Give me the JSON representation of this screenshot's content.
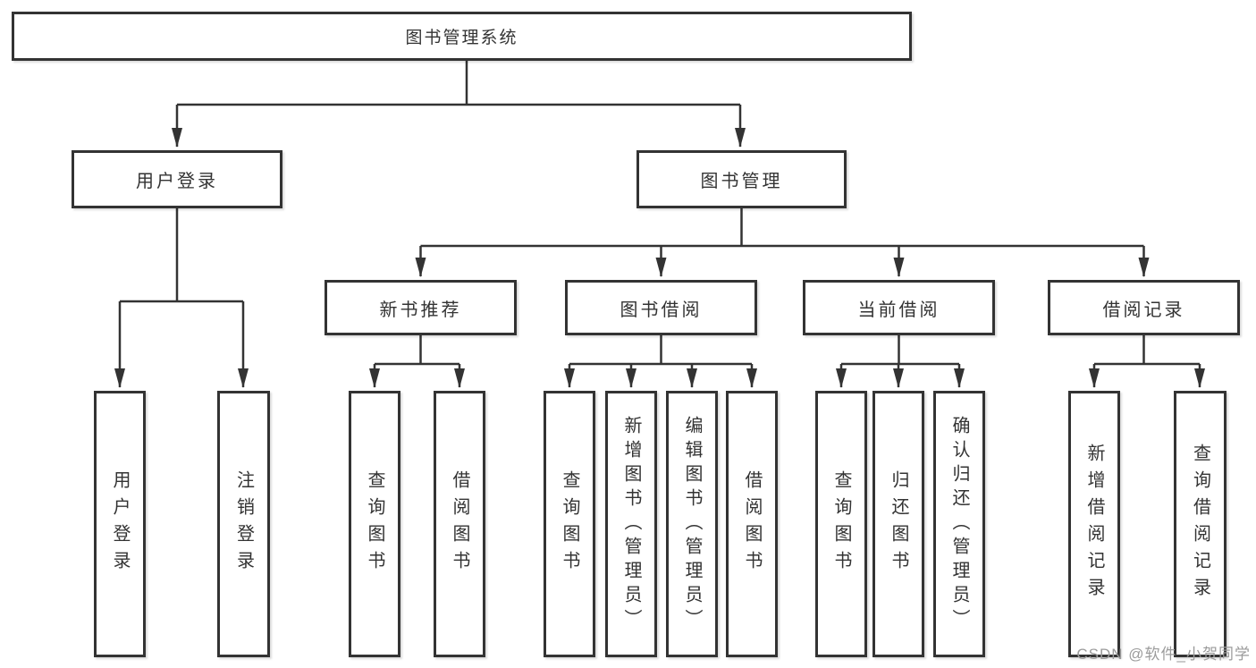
{
  "colors": {
    "line": "#333333",
    "text": "#333333",
    "box_background": "#ffffff",
    "watermark": "#9b9b9b",
    "background": "#ffffff"
  },
  "watermark": "CSDN @软件_小贺同学",
  "nodes": {
    "root": {
      "label": "图书管理系统"
    },
    "user_login": {
      "label": "用户登录"
    },
    "book_mgmt": {
      "label": "图书管理"
    },
    "new_books": {
      "label": "新书推荐"
    },
    "book_borrow": {
      "label": "图书借阅"
    },
    "current_borrow": {
      "label": "当前借阅"
    },
    "borrow_records": {
      "label": "借阅记录"
    },
    "ul_login": {
      "label": "用户登录"
    },
    "ul_logout": {
      "label": "注销登录"
    },
    "nb_query": {
      "label": "查询图书"
    },
    "nb_borrow": {
      "label": "借阅图书"
    },
    "bb_query": {
      "label": "查询图书"
    },
    "bb_add": {
      "label": "新增图书（管理员）"
    },
    "bb_edit": {
      "label": "编辑图书（管理员）"
    },
    "bb_borrow": {
      "label": "借阅图书"
    },
    "cb_query": {
      "label": "查询图书"
    },
    "cb_return": {
      "label": "归还图书"
    },
    "cb_confirm": {
      "label": "确认归还（管理员）"
    },
    "br_add": {
      "label": "新增借阅记录"
    },
    "br_query": {
      "label": "查询借阅记录"
    }
  },
  "hierarchy": {
    "图书管理系统": {
      "用户登录": [
        "用户登录",
        "注销登录"
      ],
      "图书管理": {
        "新书推荐": [
          "查询图书",
          "借阅图书"
        ],
        "图书借阅": [
          "查询图书",
          "新增图书（管理员）",
          "编辑图书（管理员）",
          "借阅图书"
        ],
        "当前借阅": [
          "查询图书",
          "归还图书",
          "确认归还（管理员）"
        ],
        "借阅记录": [
          "新增借阅记录",
          "查询借阅记录"
        ]
      }
    }
  }
}
